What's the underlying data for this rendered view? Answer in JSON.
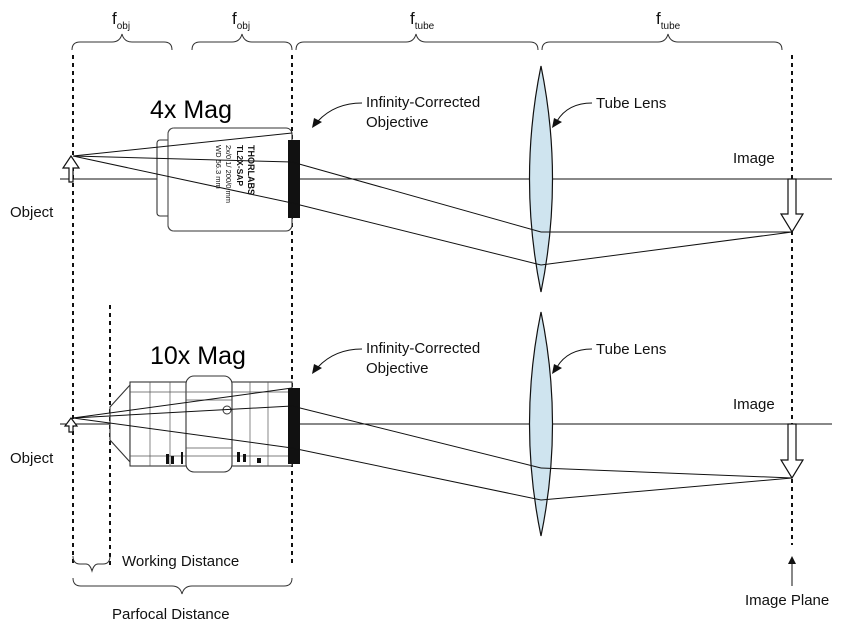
{
  "top_braces": {
    "f_obj_1": "f",
    "f_obj_1_sub": "obj",
    "f_obj_2": "f",
    "f_obj_2_sub": "obj",
    "f_tube_1": "f",
    "f_tube_1_sub": "tube",
    "f_tube_2": "f",
    "f_tube_2_sub": "tube"
  },
  "upper": {
    "mag_label": "4x Mag",
    "objective_label_line1": "Infinity-Corrected",
    "objective_label_line2": "Objective",
    "tube_lens_label": "Tube Lens",
    "image_label": "Image",
    "object_label": "Object",
    "engraving": [
      "THORLABS",
      "TL2X-SAP",
      "2x/0.1/ 200/0 mm",
      "WD 56.3 mm"
    ]
  },
  "lower": {
    "mag_label": "10x Mag",
    "objective_label_line1": "Infinity-Corrected",
    "objective_label_line2": "Objective",
    "tube_lens_label": "Tube Lens",
    "image_label": "Image",
    "object_label": "Object"
  },
  "bottom": {
    "working_distance": "Working Distance",
    "parfocal_distance": "Parfocal Distance",
    "image_plane": "Image Plane"
  },
  "colors": {
    "lens_fill": "#cfe4ef",
    "line": "#111111"
  }
}
